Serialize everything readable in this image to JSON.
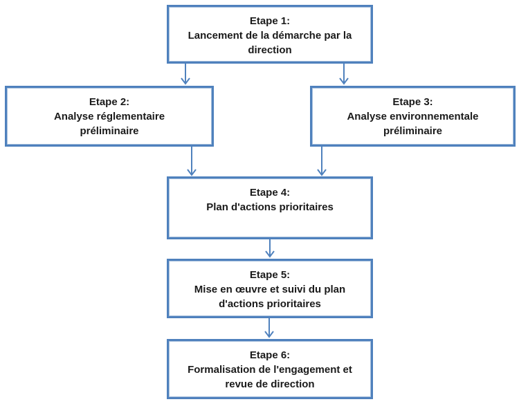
{
  "diagram": {
    "kind": "flowchart",
    "language": "fr",
    "colors": {
      "box_border": "#4f81bd",
      "box_border_highlight": "#a7c0dd",
      "arrow": "#4f81bd",
      "text": "#1a1a1a",
      "background": "#ffffff"
    },
    "steps": [
      {
        "id": "etape-1",
        "title": "Etape 1:",
        "body": "Lancement de la démarche par la direction"
      },
      {
        "id": "etape-2",
        "title": "Etape 2:",
        "body": "Analyse réglementaire préliminaire"
      },
      {
        "id": "etape-3",
        "title": "Etape 3:",
        "body": "Analyse environnementale préliminaire"
      },
      {
        "id": "etape-4",
        "title": "Etape 4:",
        "body": "Plan d'actions prioritaires"
      },
      {
        "id": "etape-5",
        "title": "Etape 5:",
        "body": "Mise en œuvre et suivi du plan d'actions prioritaires"
      },
      {
        "id": "etape-6",
        "title": "Etape 6:",
        "body": "Formalisation de l'engagement et revue de direction"
      }
    ],
    "connections": [
      {
        "from": "etape-1",
        "to": "etape-2"
      },
      {
        "from": "etape-1",
        "to": "etape-3"
      },
      {
        "from": "etape-2",
        "to": "etape-4"
      },
      {
        "from": "etape-3",
        "to": "etape-4"
      },
      {
        "from": "etape-4",
        "to": "etape-5"
      },
      {
        "from": "etape-5",
        "to": "etape-6"
      }
    ]
  }
}
